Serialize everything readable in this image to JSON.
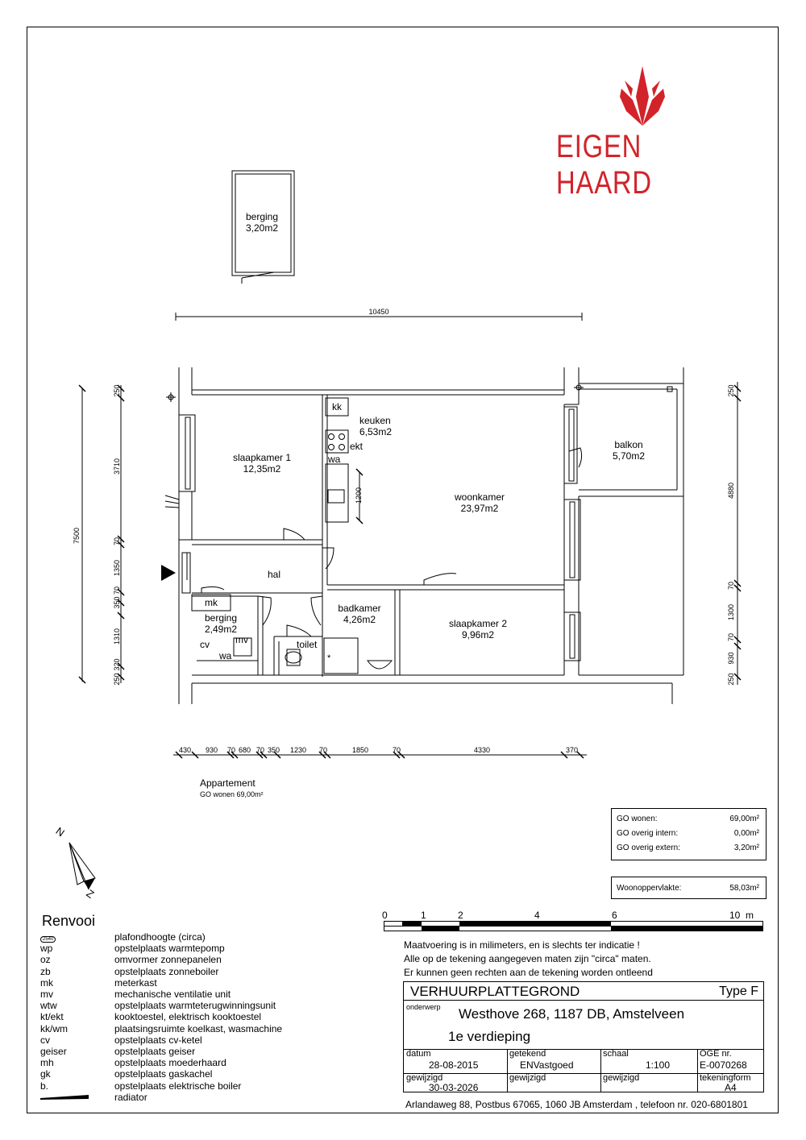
{
  "brand": {
    "name": "EIGEN HAARD",
    "color": "#d2232a"
  },
  "rooms": {
    "berging_ext": {
      "name": "berging",
      "area": "3,20m2"
    },
    "slaapkamer1": {
      "name": "slaapkamer 1",
      "area": "12,35m2"
    },
    "keuken": {
      "name": "keuken",
      "area": "6,53m2"
    },
    "woonkamer": {
      "name": "woonkamer",
      "area": "23,97m2"
    },
    "balkon": {
      "name": "balkon",
      "area": "5,70m2"
    },
    "hal": {
      "name": "hal"
    },
    "berging_int": {
      "name": "berging",
      "area": "2,49m2"
    },
    "badkamer": {
      "name": "badkamer",
      "area": "4,26m2"
    },
    "slaapkamer2": {
      "name": "slaapkamer 2",
      "area": "9,96m2"
    },
    "toilet": {
      "name": "toilet"
    }
  },
  "fixtures": {
    "kk": "kk",
    "ekt": "ekt",
    "wa1": "wa",
    "mk": "mk",
    "cv": "cv",
    "mv": "mv",
    "wa2": "wa"
  },
  "dims": {
    "top": "10450",
    "kitchen": "1200",
    "left": [
      "250",
      "3710",
      "70",
      "1350",
      "70",
      "350",
      "1310",
      "320",
      "250"
    ],
    "left_total": "7500",
    "right": [
      "250",
      "4880",
      "70",
      "1300",
      "70",
      "930",
      "250"
    ],
    "bottom": [
      "430",
      "930",
      "70",
      "680",
      "70",
      "350",
      "1230",
      "70",
      "1850",
      "70",
      "4330",
      "370"
    ]
  },
  "apartment": {
    "title": "Appartement",
    "sub": "GO wonen 69,00m²"
  },
  "area_table": [
    {
      "label": "GO wonen:",
      "value": "69,00m²"
    },
    {
      "label": "GO overig intern:",
      "value": "0,00m²"
    },
    {
      "label": "GO overig extern:",
      "value": "3,20m²"
    }
  ],
  "woonoppervlakte": {
    "label": "Woonoppervlakte:",
    "value": "58,03m²"
  },
  "compass": {
    "n": "N",
    "z": "Z"
  },
  "scale_bar": {
    "labels": [
      "0",
      "1",
      "2",
      "4",
      "6",
      "10  m"
    ]
  },
  "legend": {
    "title": "Renvooi",
    "ceiling_badge": "2540",
    "items": [
      {
        "code": "",
        "desc": "plafondhoogte (circa)"
      },
      {
        "code": "wp",
        "desc": "opstelplaats warmtepomp"
      },
      {
        "code": "oz",
        "desc": "omvormer zonnepanelen"
      },
      {
        "code": "zb",
        "desc": "opstelplaats zonneboiler"
      },
      {
        "code": "mk",
        "desc": "meterkast"
      },
      {
        "code": "mv",
        "desc": "mechanische ventilatie unit"
      },
      {
        "code": "wtw",
        "desc": "opstelplaats warmteterugwinningsunit"
      },
      {
        "code": "kt/ekt",
        "desc": "kooktoestel, elektrisch kooktoestel"
      },
      {
        "code": "kk/wm",
        "desc": "plaatsingsruimte koelkast, wasmachine"
      },
      {
        "code": "cv",
        "desc": "opstelplaats cv-ketel"
      },
      {
        "code": "geiser",
        "desc": "opstelplaats geiser"
      },
      {
        "code": "mh",
        "desc": "opstelplaats moederhaard"
      },
      {
        "code": "gk",
        "desc": "opstelplaats gaskachel"
      },
      {
        "code": "b.",
        "desc": "opstelplaats elektrische boiler"
      },
      {
        "code": "",
        "desc": "radiator"
      }
    ]
  },
  "notes": [
    "Maatvoering is in milimeters, en is slechts ter indicatie !",
    "Alle op de tekening aangegeven maten zijn \"circa\" maten.",
    "Er kunnen geen rechten aan de tekening worden ontleend"
  ],
  "titleblock": {
    "title": "VERHUURPLATTEGROND",
    "type": "Type F",
    "onderwerp_label": "onderwerp",
    "address": "Westhove 268, 1187 DB, Amstelveen",
    "floor": "1e verdieping",
    "datum_label": "datum",
    "datum": "28-08-2015",
    "getekend_label": "getekend",
    "getekend": "ENVastgoed",
    "schaal_label": "schaal",
    "schaal": "1:100",
    "oge_label": "OGE nr.",
    "oge": "E-0070268",
    "gewijzigd_label": "gewijzigd",
    "gewijzigd": "30-03-2026",
    "gewijzigd2_label": "gewijzigd",
    "gewijzigd3_label": "gewijzigd",
    "tekeningform_label": "tekeningform",
    "tekeningform": "A4",
    "footer": "Arlandaweg 88, Postbus 67065, 1060 JB Amsterdam , telefoon nr. 020-6801801"
  }
}
